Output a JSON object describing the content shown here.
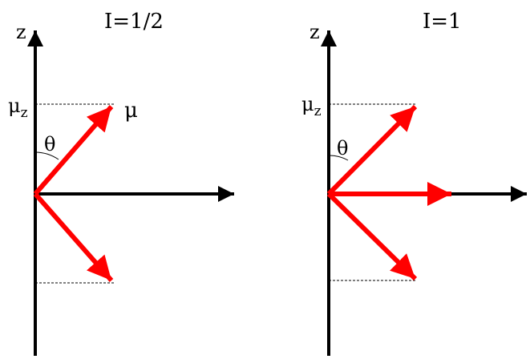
{
  "colors": {
    "axis": "#000000",
    "moment": "#ff0000",
    "guide": "#000000",
    "background": "#ffffff"
  },
  "panels": [
    {
      "title": "I=1/2",
      "axis_label": "z",
      "projection_label": "μ",
      "projection_subscript": "z",
      "angle_label": "θ",
      "moment_label": "μ"
    },
    {
      "title": "I=1",
      "axis_label": "z",
      "projection_label": "μ",
      "projection_subscript": "z",
      "angle_label": "θ"
    }
  ]
}
